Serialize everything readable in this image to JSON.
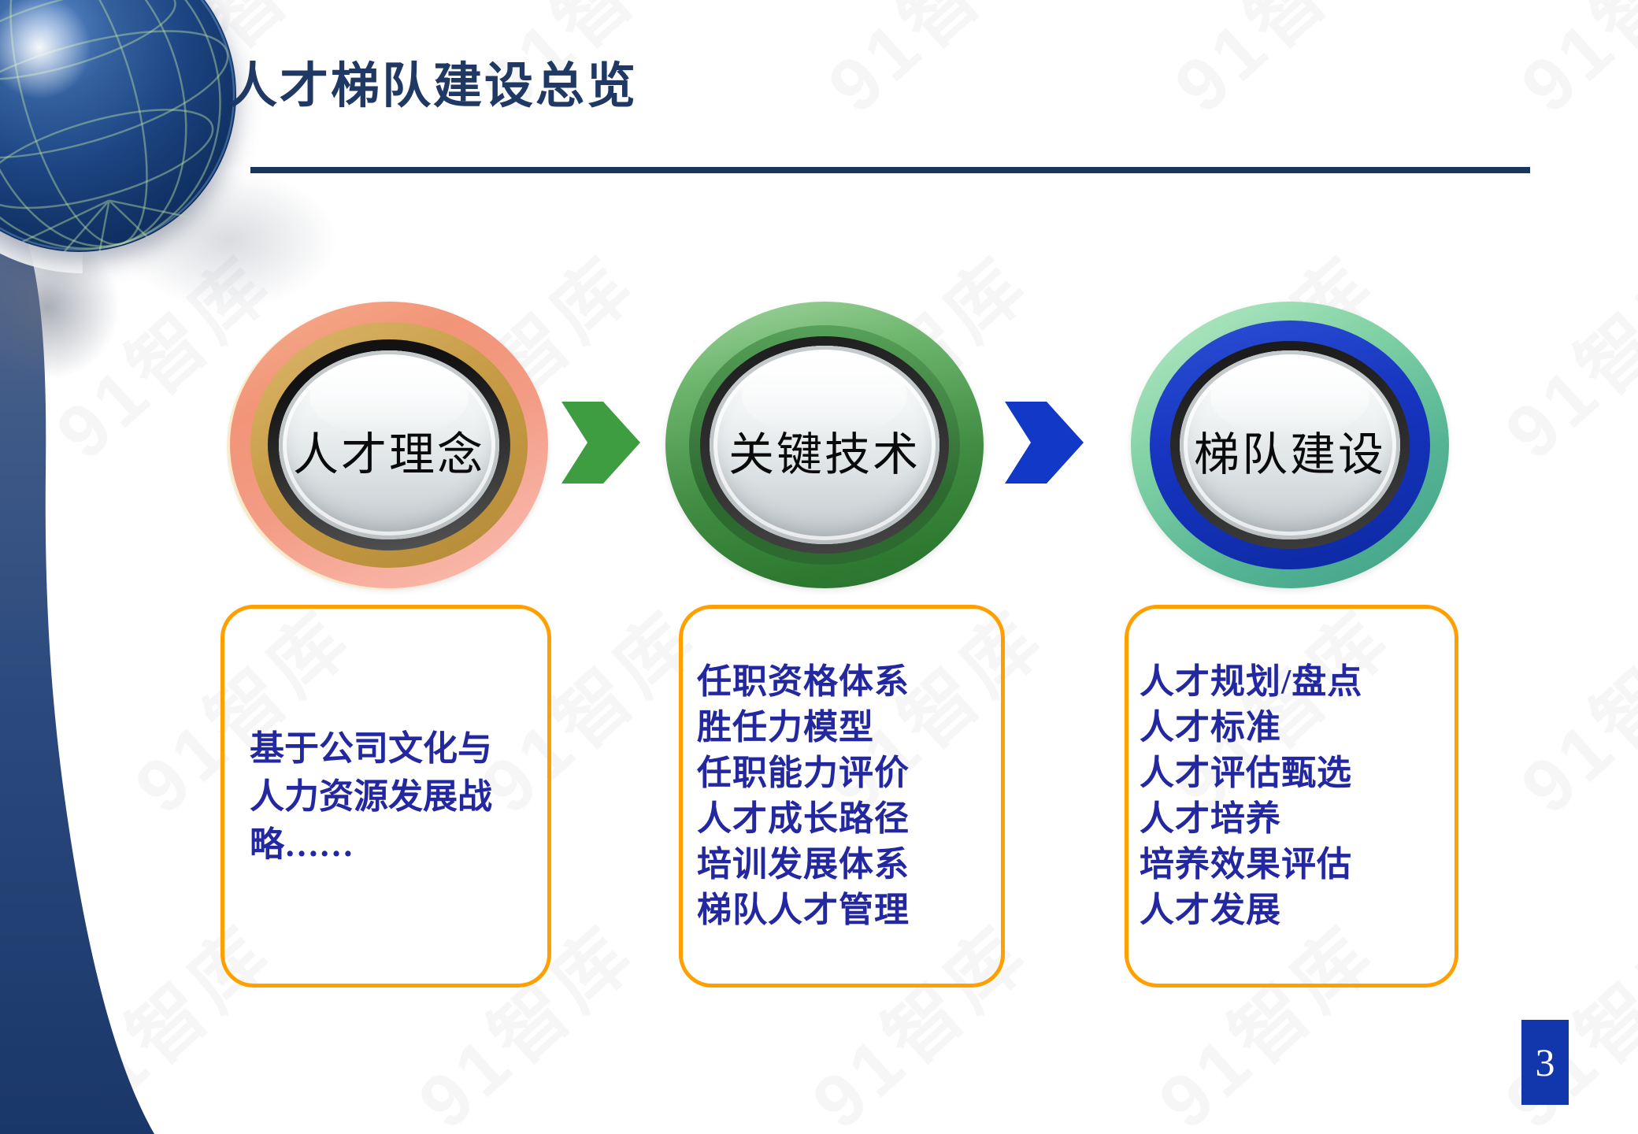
{
  "slide": {
    "title": "人才梯队建设总览",
    "page_number": "3",
    "watermark_text": "91智库"
  },
  "process": {
    "steps": [
      {
        "label": "人才理念",
        "theme": "coral-gold",
        "description": "基于公司文化与人力资源发展战略……",
        "items": []
      },
      {
        "label": "关键技术",
        "theme": "green",
        "description": "",
        "items": [
          "任职资格体系",
          "胜任力模型",
          "任职能力评价",
          "人才成长路径",
          "培训发展体系",
          "梯队人才管理"
        ]
      },
      {
        "label": "梯队建设",
        "theme": "mint-blue",
        "description": "",
        "items": [
          "人才规划/盘点",
          "人才标准",
          "人才评估甄选",
          "人才培养",
          "培养效果评估",
          "人才发展"
        ]
      }
    ],
    "arrows": [
      {
        "direction": "right",
        "color": "#3E9C41"
      },
      {
        "direction": "right",
        "color": "#1238C8"
      }
    ]
  },
  "colors": {
    "title": "#1F3864",
    "divider": "#17375E",
    "box_border": "#FFA000",
    "box_text": "#2328A0",
    "circle1_ring": "#F29478",
    "circle1_inner_ring": "#C79C46",
    "circle2_ring": "#3F8C42",
    "circle3_ring": "#55B494",
    "circle3_inner_ring": "#1634BE",
    "page_number_bg": "#1236AC",
    "accent_band": "#1A3769"
  }
}
